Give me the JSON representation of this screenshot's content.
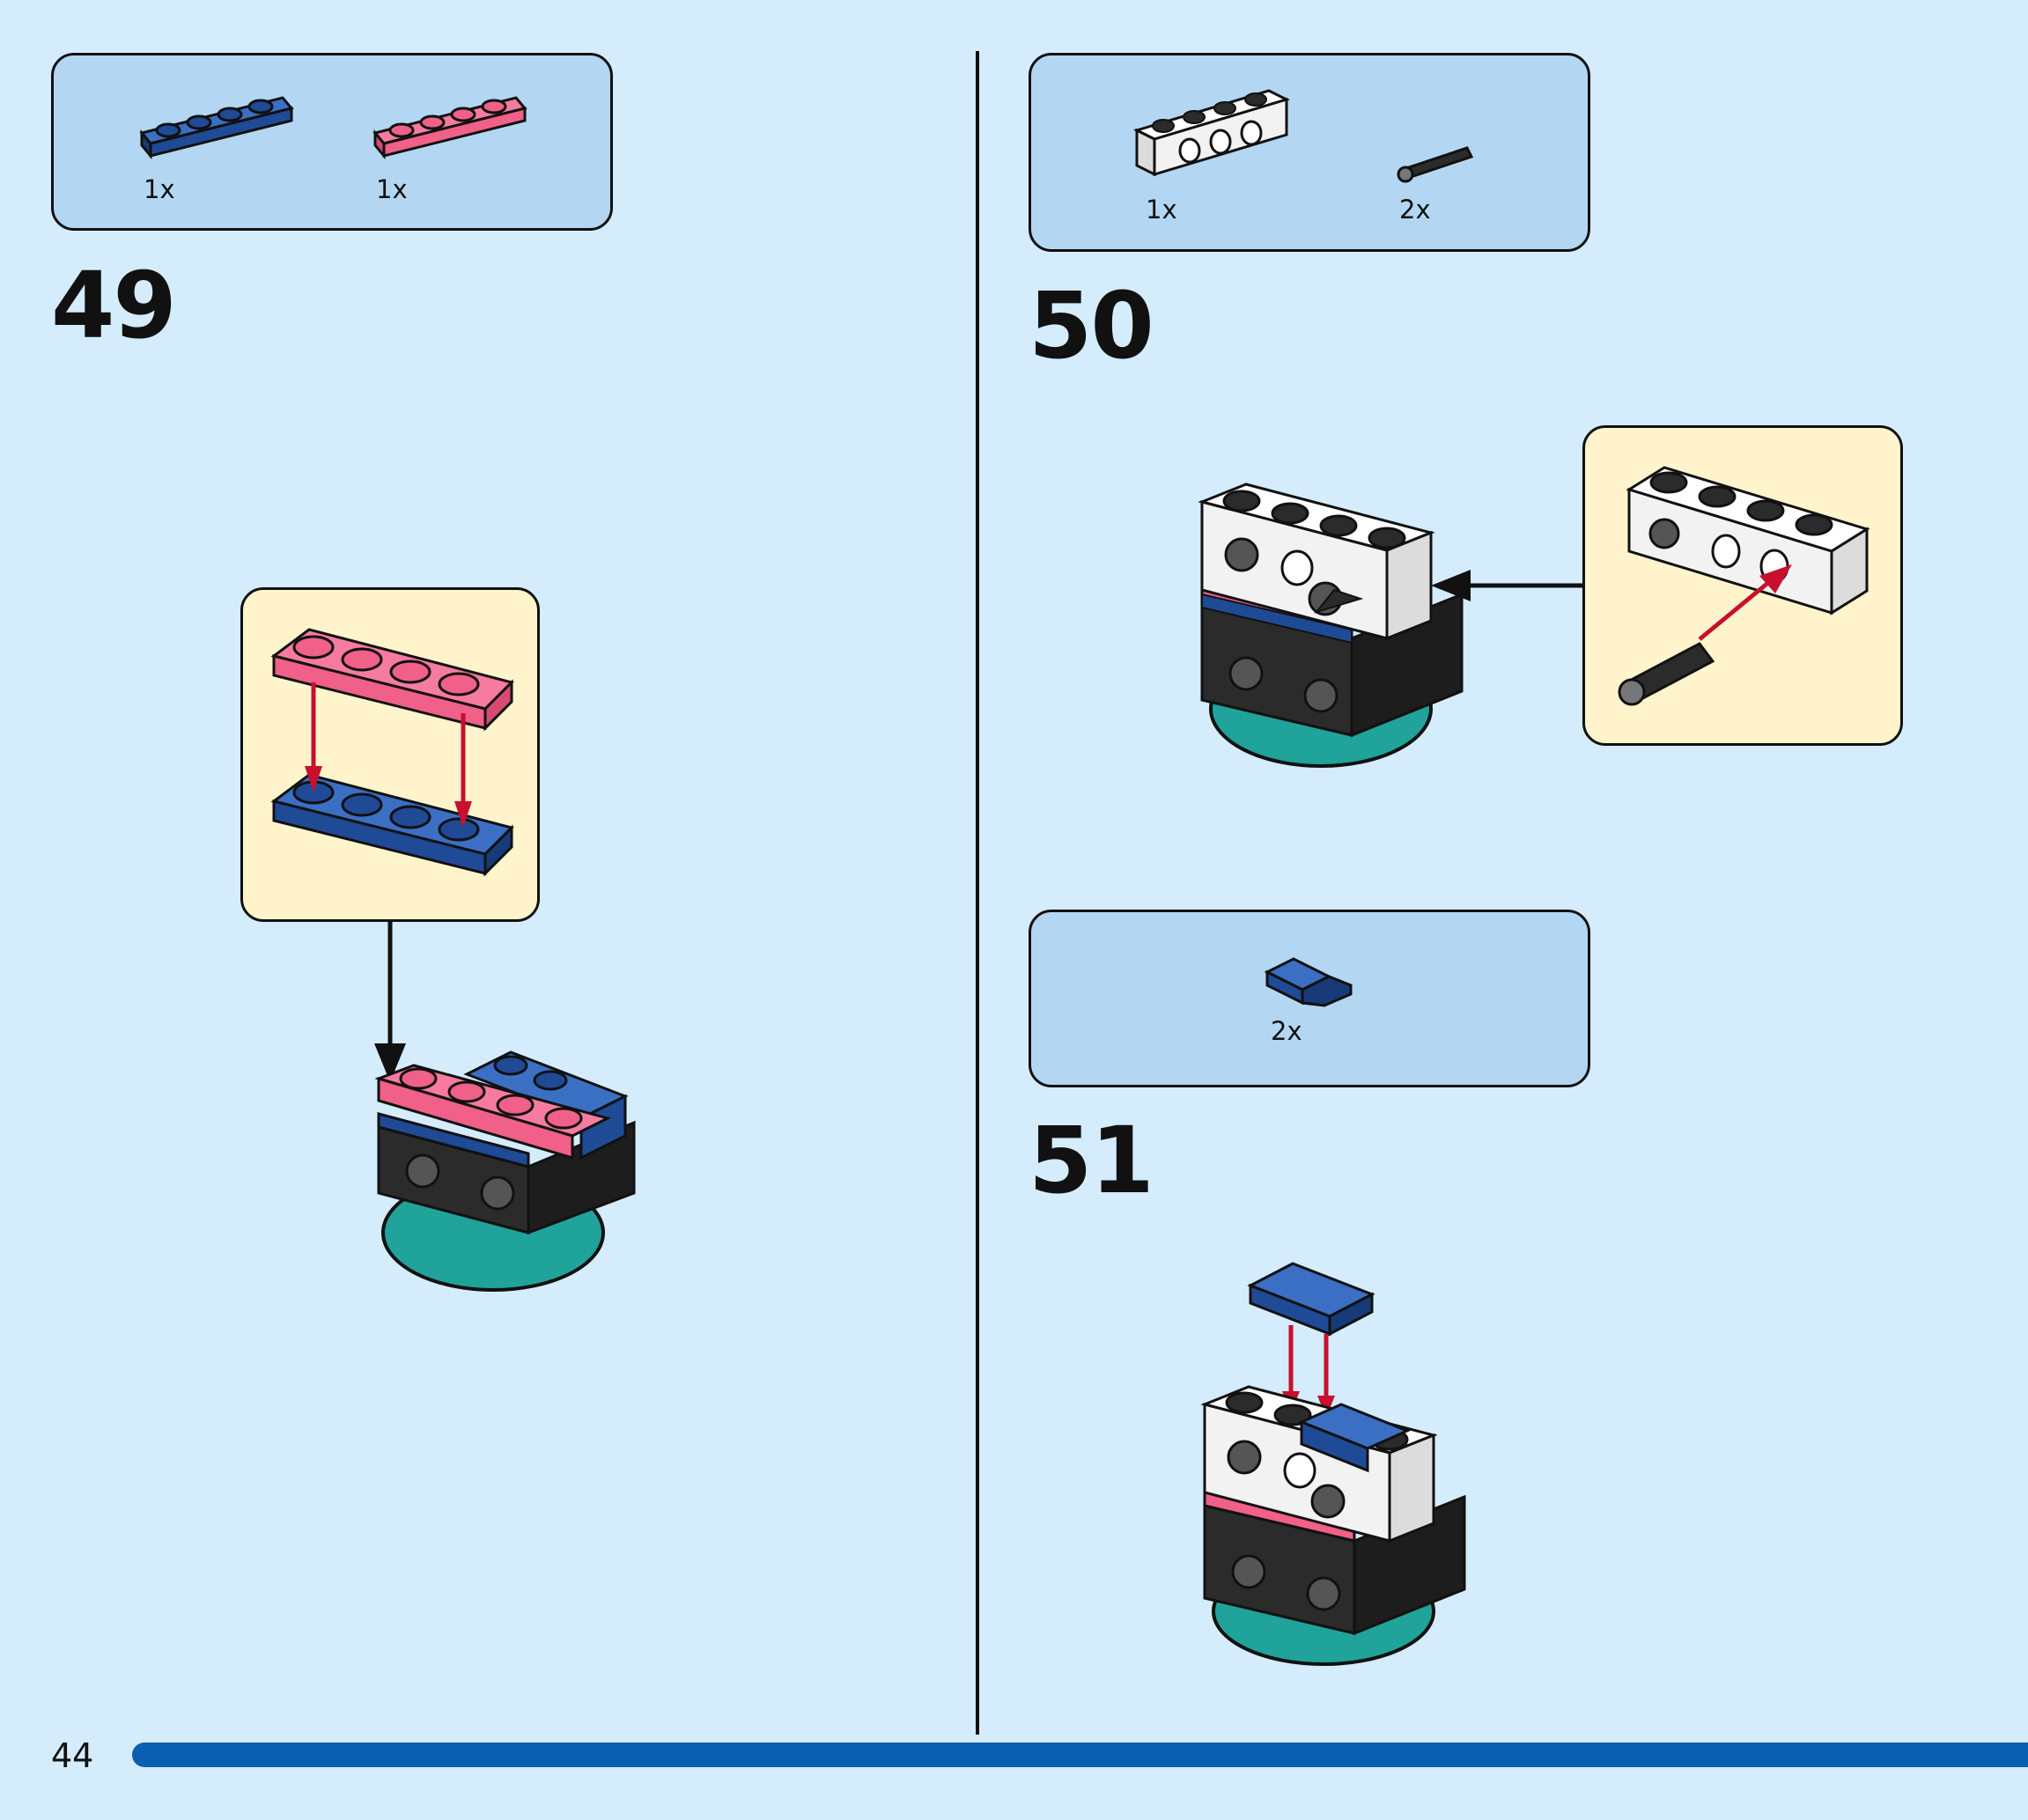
{
  "page": {
    "number": "44"
  },
  "steps": [
    {
      "number": "49",
      "parts": [
        {
          "qty": "1x",
          "part": "blue 1x4 plate"
        },
        {
          "qty": "1x",
          "part": "pink 1x4 plate"
        }
      ]
    },
    {
      "number": "50",
      "parts": [
        {
          "qty": "1x",
          "part": "white 1x4 technic brick"
        },
        {
          "qty": "2x",
          "part": "black friction pin"
        }
      ]
    },
    {
      "number": "51",
      "parts": [
        {
          "qty": "2x",
          "part": "blue slope"
        }
      ]
    }
  ],
  "colors": {
    "background": "#d4ecfc",
    "parts_box": "#b3d7f2",
    "callout": "#fff4cc",
    "blue_brick": "#1f4a96",
    "pink_brick": "#f06088",
    "white_brick": "#f2f2f2",
    "black_brick": "#2b2b2b",
    "teal_base": "#1fa39a",
    "arrow_red": "#c8102e",
    "progress_bar": "#0a5fb0"
  },
  "icons": [
    "down-arrow-icon",
    "left-arrow-icon",
    "red-insert-arrow-icon"
  ]
}
